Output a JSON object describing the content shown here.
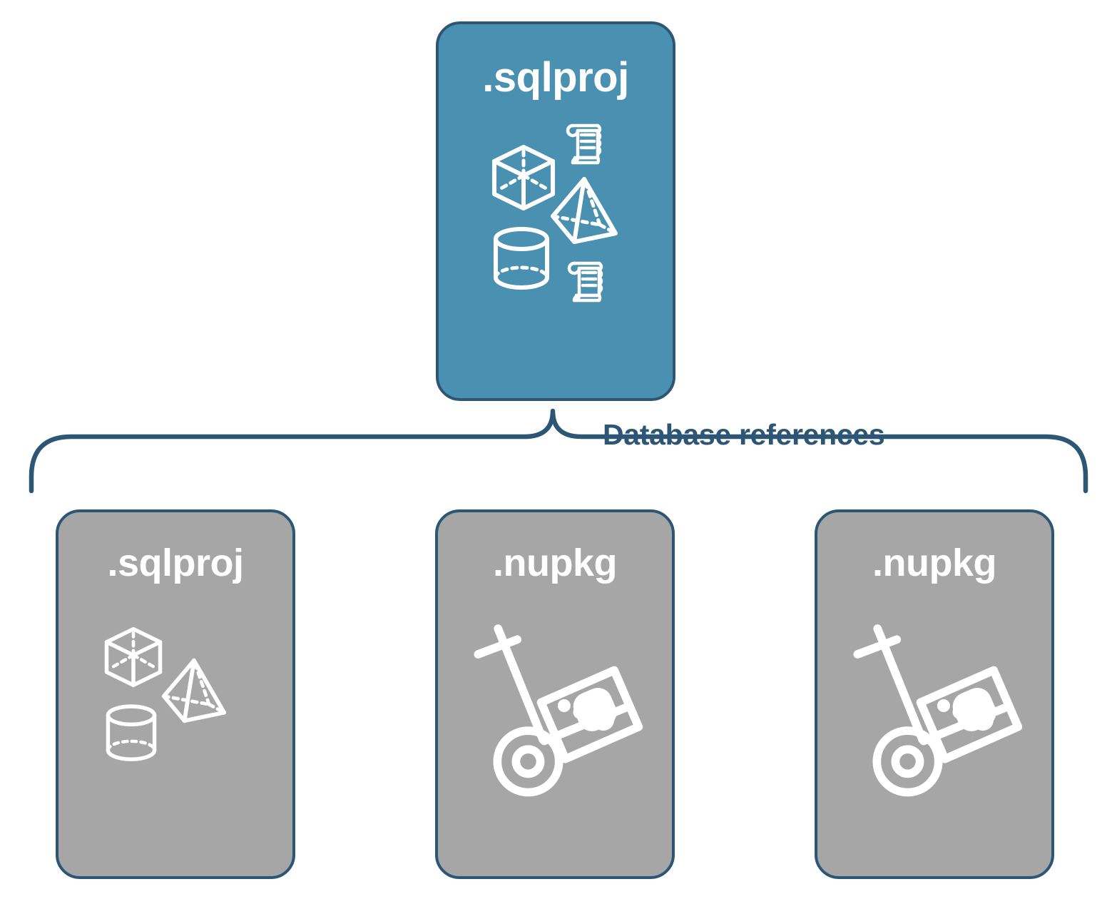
{
  "diagram": {
    "title": "SQL database project database references",
    "background_color": "#ffffff",
    "accent_color": "#4a90b0",
    "outline_color": "#2d5574",
    "neutral_color": "#a6a6a6",
    "icon_color": "#ffffff"
  },
  "top_card": {
    "label": ".sqlproj",
    "fill": "#4a90b0",
    "icons": [
      "cube-icon",
      "scroll-icon",
      "pyramid-icon",
      "cylinder-icon",
      "scroll-icon"
    ]
  },
  "connector": {
    "label": "Database references",
    "shape": "curly-brace",
    "color": "#2d5574"
  },
  "reference_cards": [
    {
      "label": ".sqlproj",
      "fill": "#a6a6a6",
      "icons": [
        "cube-icon",
        "pyramid-icon",
        "cylinder-icon"
      ]
    },
    {
      "label": ".nupkg",
      "fill": "#a6a6a6",
      "icons": [
        "hand-truck-package-icon"
      ]
    },
    {
      "label": ".nupkg",
      "fill": "#a6a6a6",
      "icons": [
        "hand-truck-package-icon"
      ]
    }
  ]
}
